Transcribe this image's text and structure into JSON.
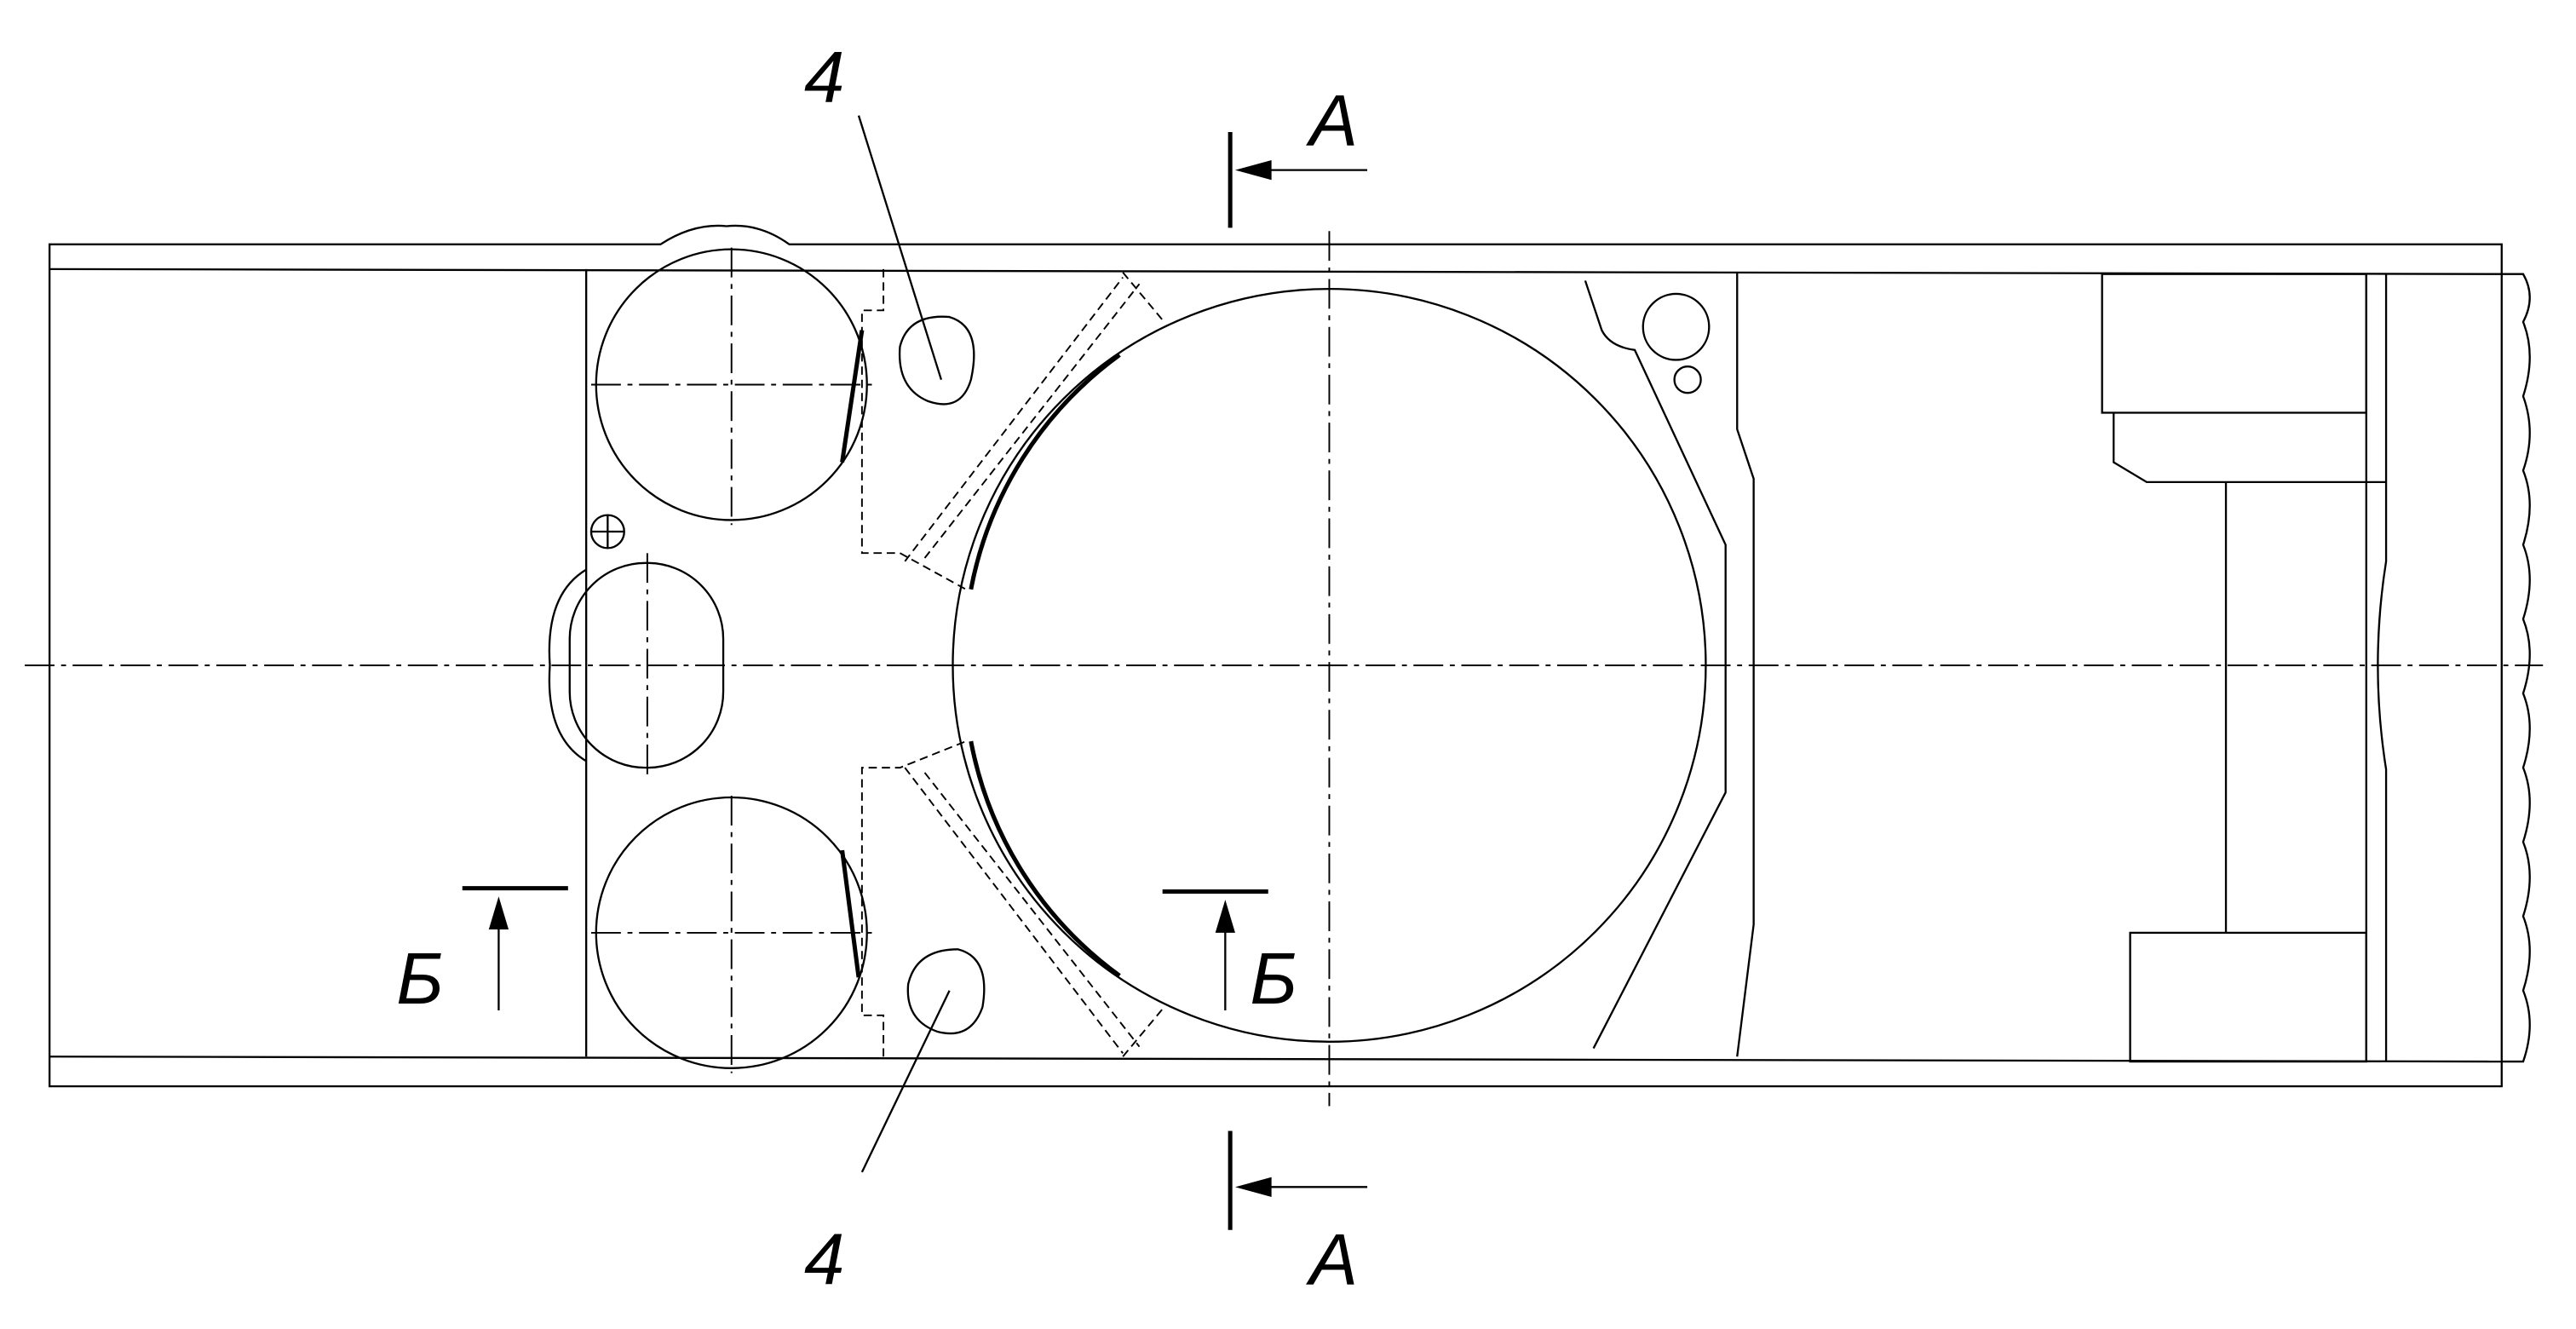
{
  "drawing": {
    "labels": {
      "callout_top": "4",
      "callout_bottom": "4",
      "section_a_top": "A",
      "section_a_bottom": "A",
      "section_b_left": "Б",
      "section_b_right": "Б"
    },
    "line_color": "#000000",
    "background": "#ffffff"
  }
}
